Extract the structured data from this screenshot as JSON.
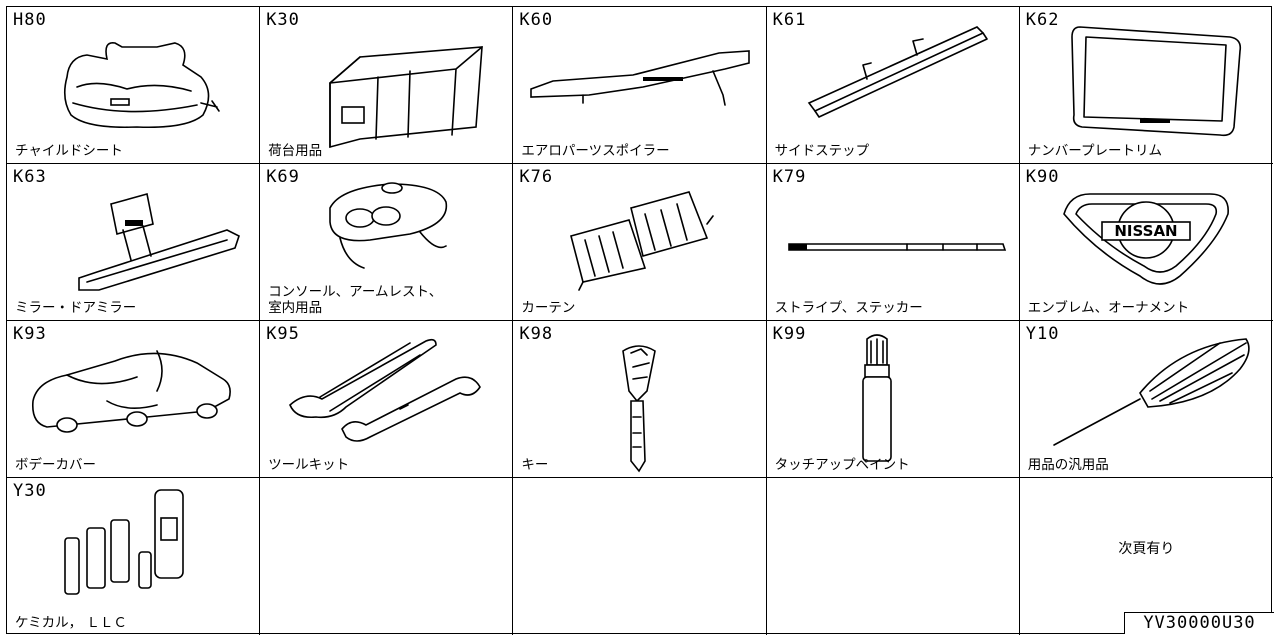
{
  "cells": [
    {
      "code": "H80",
      "label": "チャイルドシート",
      "icon": "child-seat"
    },
    {
      "code": "K30",
      "label": "荷台用品",
      "icon": "cargo-cover"
    },
    {
      "code": "K60",
      "label": "エアロパーツスポイラー",
      "icon": "rear-spoiler"
    },
    {
      "code": "K61",
      "label": "サイドステップ",
      "icon": "side-step"
    },
    {
      "code": "K62",
      "label": "ナンバープレートリム",
      "icon": "plate-rim"
    },
    {
      "code": "K63",
      "label": "ミラー・ドアミラー",
      "icon": "rear-view-mirror"
    },
    {
      "code": "K69",
      "label": "コンソール、アームレスト、\n室内用品",
      "icon": "console-armrest"
    },
    {
      "code": "K76",
      "label": "カーテン",
      "icon": "curtain"
    },
    {
      "code": "K79",
      "label": "ストライプ、ステッカー",
      "icon": "stripe-sticker"
    },
    {
      "code": "K90",
      "label": "エンブレム、オーナメント",
      "icon": "emblem",
      "emblem_text": "NISSAN"
    },
    {
      "code": "K93",
      "label": "ボデーカバー",
      "icon": "body-cover"
    },
    {
      "code": "K95",
      "label": "ツールキット",
      "icon": "tool-kit"
    },
    {
      "code": "K98",
      "label": "キー",
      "icon": "key"
    },
    {
      "code": "K99",
      "label": "タッチアップペイント",
      "icon": "touch-up-paint"
    },
    {
      "code": "Y10",
      "label": "用品の汎用品",
      "icon": "duster"
    },
    {
      "code": "Y30",
      "label": "ケミカル， ＬＬＣ",
      "icon": "chemical-bottles"
    },
    {
      "code": "",
      "label": "",
      "icon": ""
    },
    {
      "code": "",
      "label": "",
      "icon": ""
    },
    {
      "code": "",
      "label": "",
      "icon": ""
    },
    {
      "code": "",
      "label": "",
      "icon": "",
      "note": "次頁有り"
    }
  ],
  "doc_id": "YV30000U30"
}
